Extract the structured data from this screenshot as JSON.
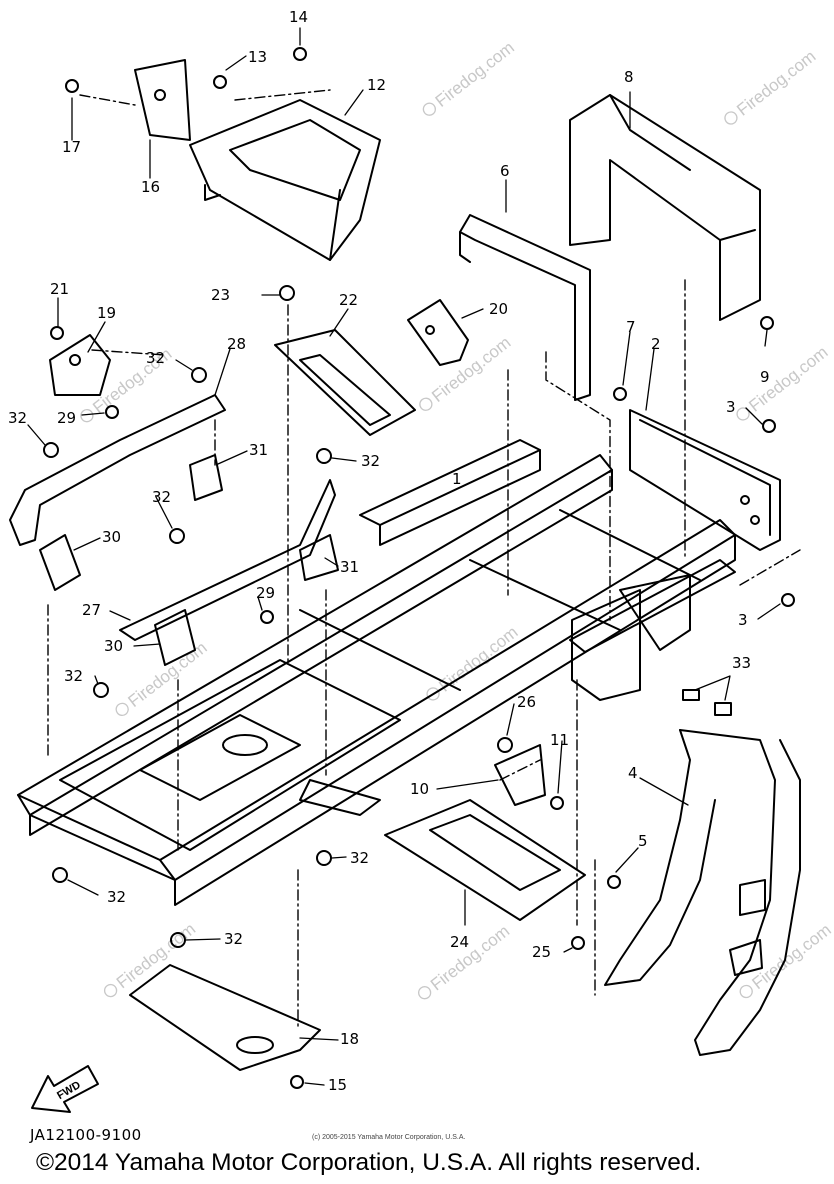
{
  "drawing_number": "JA12100-9100",
  "copyright_small": "(c) 2005-2015 Yamaha Motor Corporation, U.S.A.",
  "copyright": "©2014 Yamaha Motor Corporation, U.S.A. All rights reserved.",
  "watermark_text": "Firedog.com",
  "fwd_label": "FWD",
  "parts": {
    "p1": "1",
    "p2": "2",
    "p3a": "3",
    "p3b": "3",
    "p4": "4",
    "p5": "5",
    "p6": "6",
    "p7": "7",
    "p8": "8",
    "p9": "9",
    "p10": "10",
    "p11": "11",
    "p12": "12",
    "p13": "13",
    "p14": "14",
    "p15": "15",
    "p16": "16",
    "p17": "17",
    "p18": "18",
    "p19": "19",
    "p20": "20",
    "p21": "21",
    "p22": "22",
    "p23": "23",
    "p24": "24",
    "p25": "25",
    "p26": "26",
    "p27": "27",
    "p28": "28",
    "p29a": "29",
    "p29b": "29",
    "p30a": "30",
    "p30b": "30",
    "p31a": "31",
    "p31b": "31",
    "p32a": "32",
    "p32b": "32",
    "p32c": "32",
    "p32d": "32",
    "p32e": "32",
    "p32f": "32",
    "p32g": "32",
    "p32h": "32",
    "p33": "33"
  }
}
